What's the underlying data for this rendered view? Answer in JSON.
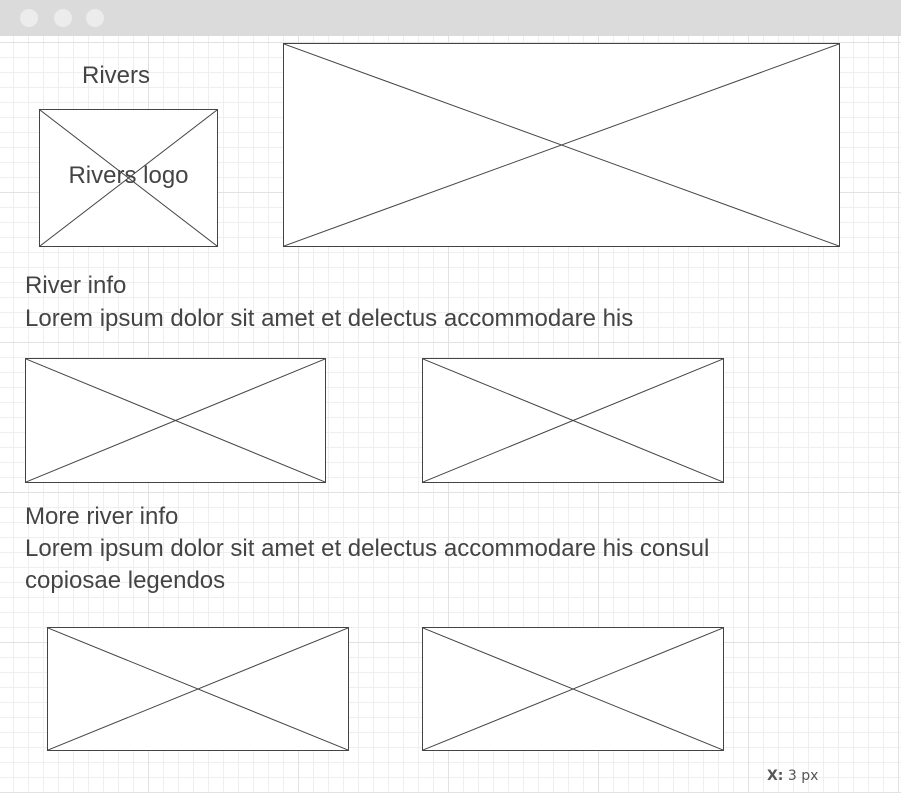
{
  "header": {
    "title": "Rivers"
  },
  "logo": {
    "label": "Rivers logo"
  },
  "section1": {
    "heading": "River info",
    "body": "Lorem ipsum dolor sit amet et delectus accommodare his"
  },
  "section2": {
    "heading": "More river info",
    "body_line1": "Lorem ipsum dolor sit amet et delectus accommodare his consul",
    "body_line2": "copiosae legendos"
  },
  "readout": {
    "label": "X:",
    "value": "3 px"
  },
  "colors": {
    "titlebar": "#dbdbdb",
    "stroke": "#444444",
    "grid": "#e2e2e2"
  }
}
